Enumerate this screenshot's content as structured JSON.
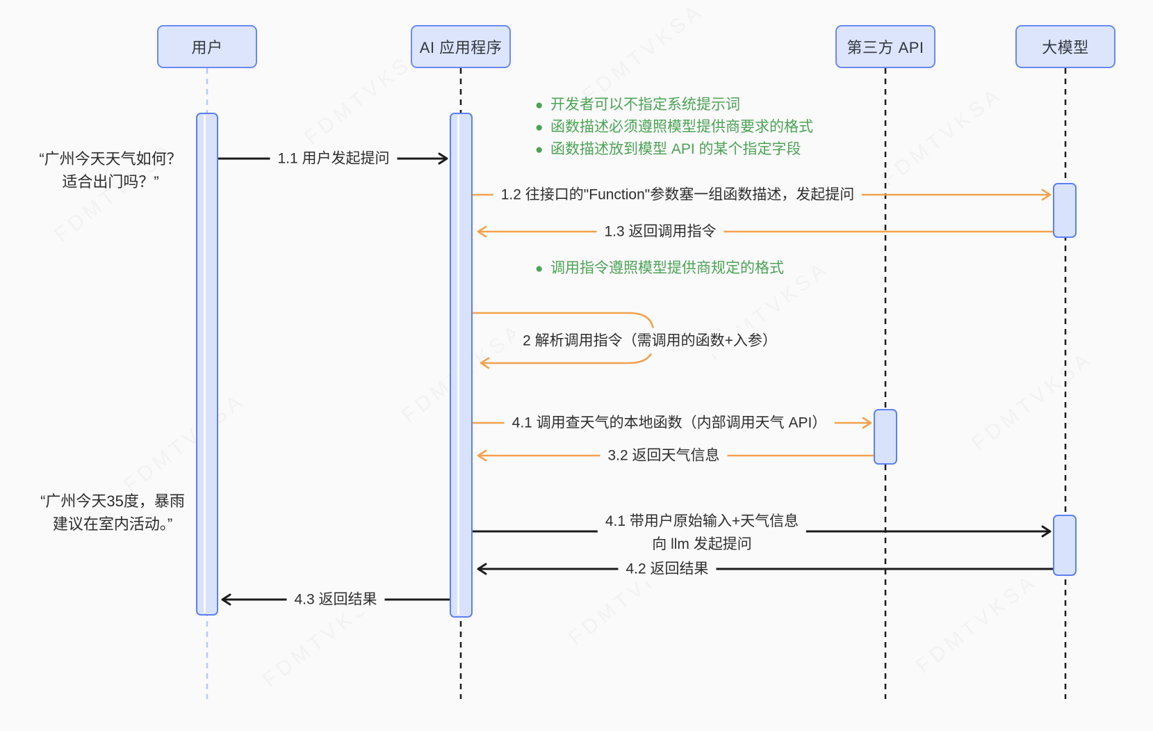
{
  "actors": [
    {
      "label": "用户"
    },
    {
      "label": "AI 应用程序"
    },
    {
      "label": "第三方 API"
    },
    {
      "label": "大模型"
    }
  ],
  "messages": [
    {
      "label": "1.1 用户发起提问"
    },
    {
      "label": "1.2 往接口的\"Function\"参数塞一组函数描述，发起提问"
    },
    {
      "label": "1.3 返回调用指令"
    },
    {
      "label": "2 解析调用指令（需调用的函数+入参）"
    },
    {
      "label": "4.1 调用查天气的本地函数（内部调用天气 API）"
    },
    {
      "label": "3.2 返回天气信息"
    },
    {
      "label": "4.1 带用户原始输入+天气信息",
      "label2": "向 llm 发起提问"
    },
    {
      "label": "4.2 返回结果"
    },
    {
      "label": "4.3 返回结果"
    }
  ],
  "notes": {
    "group1": [
      "开发者可以不指定系统提示词",
      "函数描述必须遵照模型提供商要求的格式",
      "函数描述放到模型 API 的某个指定字段"
    ],
    "group2": [
      "调用指令遵照模型提供商规定的格式"
    ],
    "bullet": "●"
  },
  "quotes": [
    {
      "line1": "“广州今天天气如何？",
      "line2": "适合出门吗？”"
    },
    {
      "line1": "“广州今天35度，暴雨",
      "line2": "建议在室内活动。”"
    }
  ],
  "watermark": {
    "text": "FDMTVKSA"
  },
  "colors": {
    "orange": "#f2a24d",
    "green": "#4ca356",
    "blue-border": "#6989f5",
    "blue-fill": "#dde5fc",
    "act-border": "#5c80f2",
    "act-fill": "#d9e2fb",
    "life-black": "#1b1b1b",
    "life-blue": "#b9c9f4",
    "bg": "#fafafa",
    "ink": "#2e2e2e"
  }
}
